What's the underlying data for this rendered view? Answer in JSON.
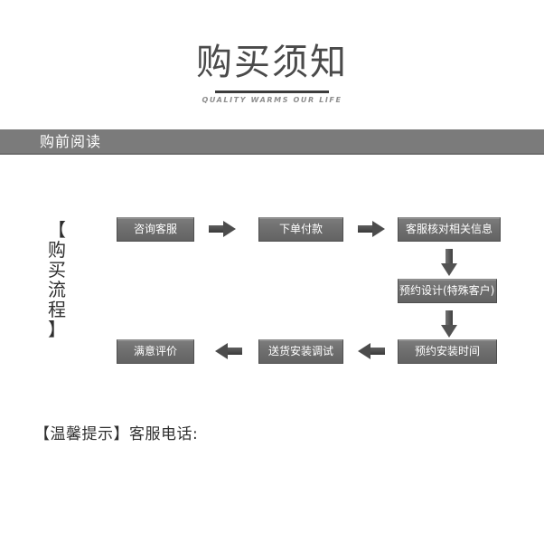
{
  "page": {
    "title": "购买须知",
    "subtitle": "QUALITY WARMS OUR LIFE",
    "background_color": "#ffffff"
  },
  "section": {
    "bar_label": "购前阅读",
    "bar_color": "#7b7b7b",
    "bar_text_color": "#ffffff"
  },
  "flow": {
    "side_label_chars": [
      "【",
      "购",
      "买",
      "流",
      "程",
      "】"
    ],
    "box_color": "#6f6f6f",
    "box_text_color": "#ffffff",
    "arrow_color": "#4c4c4c",
    "boxes": [
      {
        "id": "consult",
        "label": "咨询客服"
      },
      {
        "id": "order-pay",
        "label": "下单付款"
      },
      {
        "id": "verify-info",
        "label": "客服核对相关信息"
      },
      {
        "id": "design-appointment",
        "label": "预约设计(特殊客户)"
      },
      {
        "id": "install-appointment",
        "label": "预约安装时间"
      },
      {
        "id": "delivery-install",
        "label": "送货安装调试"
      },
      {
        "id": "satisfaction-review",
        "label": "满意评价"
      }
    ],
    "arrows": [
      {
        "id": "consult-to-order",
        "direction": "right"
      },
      {
        "id": "order-to-verify",
        "direction": "right"
      },
      {
        "id": "verify-to-design",
        "direction": "down"
      },
      {
        "id": "design-to-install",
        "direction": "down"
      },
      {
        "id": "install-to-delivery",
        "direction": "left"
      },
      {
        "id": "delivery-to-review",
        "direction": "left"
      }
    ]
  },
  "note": {
    "text": "【温馨提示】客服电话:"
  }
}
